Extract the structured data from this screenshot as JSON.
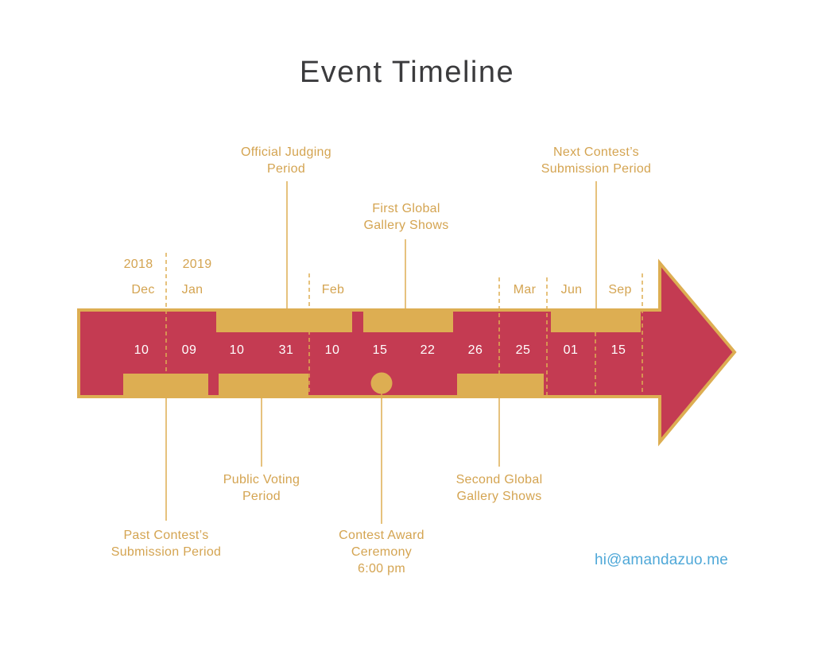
{
  "title": "Event Timeline",
  "colors": {
    "arrow_red": "#c43b52",
    "gold": "#ddae52",
    "gold_text": "#d4a451",
    "title_text": "#3b3b3d",
    "email_blue": "#4fa8d8",
    "date_text": "#ffffff"
  },
  "timeline": {
    "years": [
      "2018",
      "2019"
    ],
    "months": [
      "Dec",
      "Jan",
      "Feb",
      "Mar",
      "Jun",
      "Sep"
    ],
    "dates": [
      "10",
      "09",
      "10",
      "31",
      "10",
      "15",
      "22",
      "26",
      "25",
      "01",
      "15"
    ]
  },
  "annotations": {
    "official_judging": "Official Judging\nPeriod",
    "first_global": "First Global\nGallery Shows",
    "next_contest": "Next Contest’s\nSubmission Period",
    "past_contest": "Past Contest’s\nSubmission Period",
    "public_voting": "Public Voting\nPeriod",
    "contest_award": "Contest Award\nCeremony\n6:00 pm",
    "second_global": "Second Global\nGallery Shows"
  },
  "contact": "hi@amandazuo.me"
}
